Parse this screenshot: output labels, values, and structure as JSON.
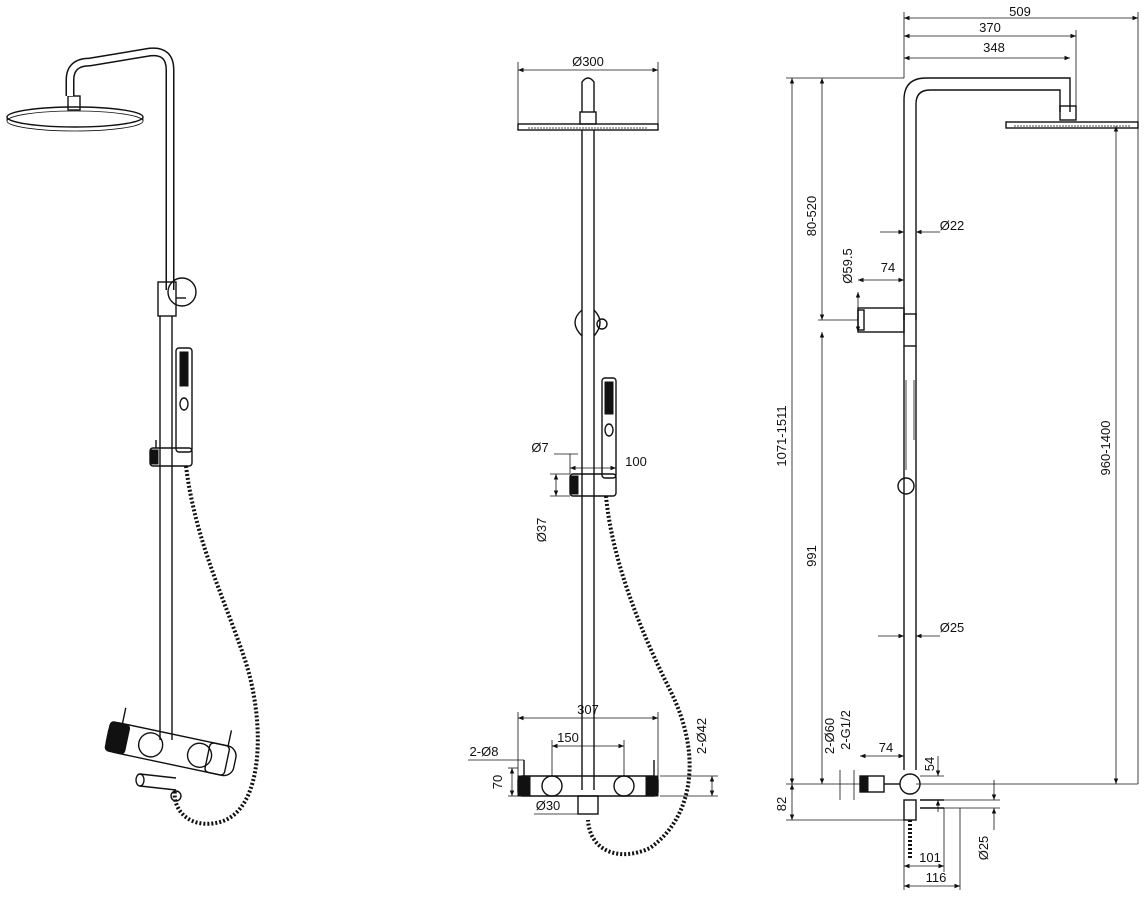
{
  "front_view": {
    "head_diameter": "Ø300",
    "nozzle_diameter": "Ø7",
    "holder_offset": "100",
    "holder_diameter": "Ø37",
    "mixer_width": "307",
    "inlet_spacing": "150",
    "mount_holes": "2-Ø8",
    "mixer_height": "70",
    "outlet_diameter": "Ø30",
    "handle_diameter": "2-Ø42"
  },
  "side_view": {
    "total_depth": "509",
    "arm_depth": "370",
    "arm_inner": "348",
    "arm_height_range": "80-520",
    "pipe_upper_diameter": "Ø22",
    "bracket_diameter": "Ø59.5",
    "bracket_offset": "74",
    "total_height_range": "1071-1511",
    "head_height_range": "960-1400",
    "lower_height": "991",
    "pipe_lower_diameter": "Ø25",
    "inlet_flange": "2-Ø60",
    "inlet_thread": "2-G1/2",
    "inlet_offset": "74",
    "mixer_drop": "54",
    "floor_offset": "82",
    "spout_diameter": "Ø25",
    "spout_reach_a": "101",
    "spout_reach_b": "116"
  }
}
